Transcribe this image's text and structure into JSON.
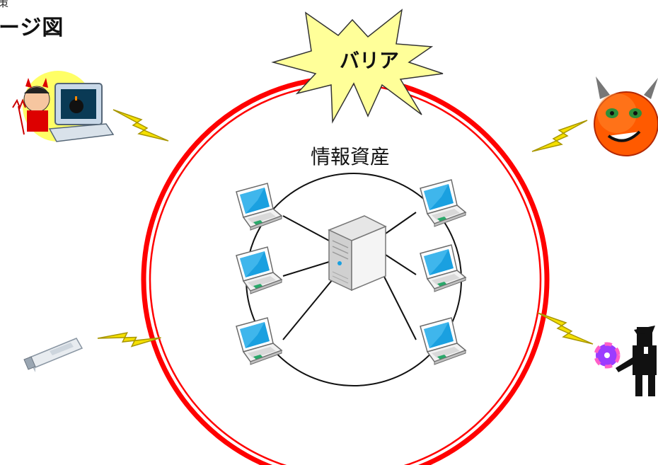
{
  "header": {
    "title_fragment": "ージ図",
    "top_fragment": "策"
  },
  "barrier": {
    "label": "バリア",
    "burst_color": "#ffff99"
  },
  "assets": {
    "label": "情報資産"
  },
  "colors": {
    "barrier_ring": "#ff0000",
    "lightning": "#f5e000",
    "laptop_screen": "#1aa0e0"
  },
  "threats": [
    {
      "name": "devil-hacker-at-computer-icon"
    },
    {
      "name": "angry-devil-face-icon"
    },
    {
      "name": "usb-memory-stick-icon"
    },
    {
      "name": "shady-figure-with-cd-icon"
    }
  ],
  "network": {
    "server": "server-icon",
    "clients": 6
  }
}
